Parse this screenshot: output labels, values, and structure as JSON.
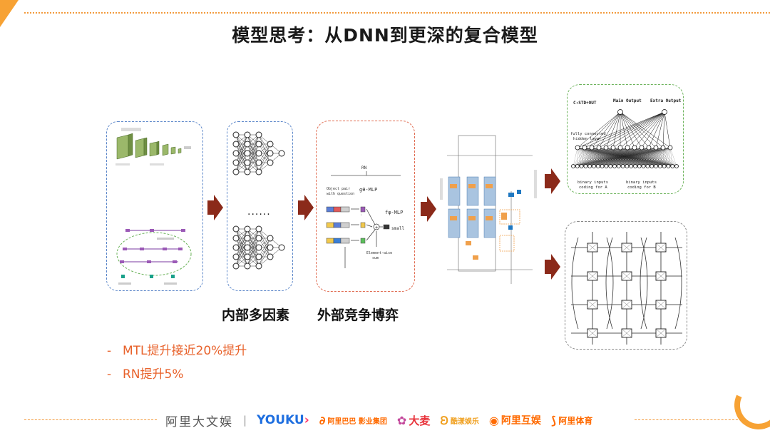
{
  "title": "模型思考：从DNN到更深的复合模型",
  "captions": {
    "internal": "内部多因素",
    "external": "外部竞争博弈"
  },
  "ellipsis": "......",
  "rn_diagram": {
    "title": "RN",
    "object_pair": "Object pair\nwith question",
    "g_mlp": "gθ-MLP",
    "f_mlp": "fφ-MLP",
    "small": "small",
    "element_sum": "Element-wise\nsum"
  },
  "mtl_diagram": {
    "header": "C:STD+OUT",
    "main_output": "Main Output",
    "extra_output": "Extra Output",
    "hidden_layer": "fully connected\nhidden layer",
    "inputs_a": "binary inputs\ncoding for A",
    "inputs_b": "binary inputs\ncoding for B"
  },
  "bullets": [
    "MTL提升接近20%提升",
    "RN提升5%"
  ],
  "bullet_marker": "-",
  "footer": {
    "brand": "阿里大文娱",
    "separator": "|",
    "youku": "YOUKU",
    "alibaba_pictures": "阿里巴巴 影业集团",
    "damai": "大麦",
    "kuying": "酷漾娱乐",
    "hudong": "阿里互娱",
    "sports": "阿里体育"
  },
  "colors": {
    "accent": "#f7a234",
    "arrow": "#8b2a1a",
    "bullet": "#e8622b"
  }
}
